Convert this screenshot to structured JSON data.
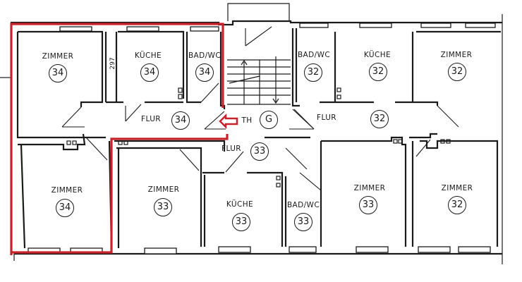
{
  "plan": {
    "accent_color": "#c8222c",
    "wall_color": "#1a1a1a",
    "dimension_label": "297",
    "stair_label": "TH",
    "stair_unit": "G",
    "rooms": [
      {
        "id": "zimmer-34-top",
        "label": "ZIMMER",
        "unit": "34"
      },
      {
        "id": "kueche-34",
        "label": "KÜCHE",
        "unit": "34"
      },
      {
        "id": "bad-34",
        "label": "BAD/WC",
        "unit": "34"
      },
      {
        "id": "flur-34",
        "label": "FLUR",
        "unit": "34"
      },
      {
        "id": "zimmer-34-bottom",
        "label": "ZIMMER",
        "unit": "34"
      },
      {
        "id": "zimmer-33",
        "label": "ZIMMER",
        "unit": "33"
      },
      {
        "id": "flur-33",
        "label": "FLUR",
        "unit": "33"
      },
      {
        "id": "kueche-33",
        "label": "KÜCHE",
        "unit": "33"
      },
      {
        "id": "bad-33",
        "label": "BAD/WC",
        "unit": "33"
      },
      {
        "id": "zimmer-33-right",
        "label": "ZIMMER",
        "unit": "33"
      },
      {
        "id": "bad-32",
        "label": "BAD/WC",
        "unit": "32"
      },
      {
        "id": "kueche-32",
        "label": "KÜCHE",
        "unit": "32"
      },
      {
        "id": "zimmer-32-top",
        "label": "ZIMMER",
        "unit": "32"
      },
      {
        "id": "flur-32",
        "label": "FLUR",
        "unit": "32"
      },
      {
        "id": "zimmer-32-bottom",
        "label": "ZIMMER",
        "unit": "32"
      }
    ]
  }
}
